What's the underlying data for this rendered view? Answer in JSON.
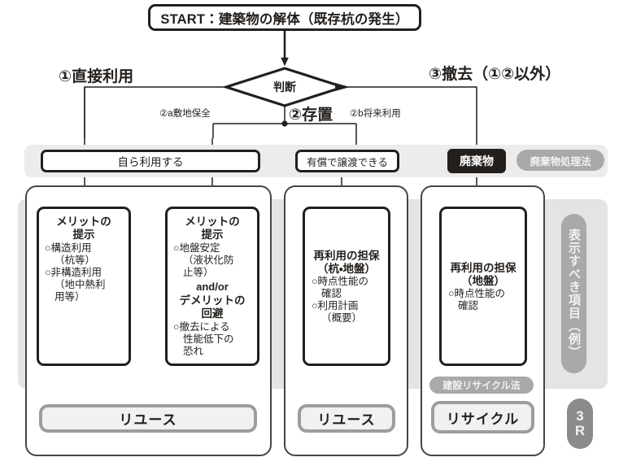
{
  "diagram": {
    "start": {
      "label": "START：建築物の解体（既存杭の発生）"
    },
    "decision": {
      "label": "判断"
    },
    "branches": {
      "b1": "①直接利用",
      "b2": "②存置",
      "b3": "③撤去（①②以外）",
      "b2a": "②a敷地保全",
      "b2b": "②b将来利用"
    },
    "mid_row": {
      "self_use": "自ら利用する",
      "paid_transfer": "有償で譲渡できる",
      "waste": "廃棄物",
      "waste_law": "廃棄物処理法"
    },
    "items": [
      {
        "title_line1": "メリットの",
        "title_line2": "提示",
        "bullets": [
          {
            "text": "○構造利用",
            "indent": false
          },
          {
            "text": "（杭等）",
            "indent": true
          },
          {
            "text": "○非構造利用",
            "indent": false
          },
          {
            "text": "（地中熱利",
            "indent": true
          },
          {
            "text": "用等）",
            "indent": true
          }
        ]
      },
      {
        "title_line1": "メリットの",
        "title_line2": "提示",
        "bullets": [
          {
            "text": "○地盤安定",
            "indent": false
          },
          {
            "text": "（液状化防",
            "indent": true
          },
          {
            "text": "止等）",
            "indent": true
          }
        ],
        "andor": "and/or",
        "title2_line1": "デメリットの",
        "title2_line2": "回避",
        "bullets2": [
          {
            "text": "○撤去による",
            "indent": false
          },
          {
            "text": "性能低下の",
            "indent": true
          },
          {
            "text": "恐れ",
            "indent": true
          }
        ]
      },
      {
        "title_line1": "再利用の担保",
        "title_line2": "（杭・地盤）",
        "bullets": [
          {
            "text": "○時点性能の",
            "indent": false
          },
          {
            "text": "確認",
            "indent": true
          },
          {
            "text": "○利用計画",
            "indent": false
          },
          {
            "text": "（概要）",
            "indent": true
          }
        ]
      },
      {
        "title_line1": "再利用の担保",
        "title_line2": "（地盤）",
        "bullets": [
          {
            "text": "○時点性能の",
            "indent": false
          },
          {
            "text": "確認",
            "indent": true
          }
        ]
      }
    ],
    "recycle_law": "建設リサイクル法",
    "outcomes": {
      "reuse_left": "リユース",
      "reuse_mid": "リユース",
      "recycle": "リサイクル"
    },
    "side_label": "表示すべき項目（例）",
    "three_r_top": "3",
    "three_r_bottom": "R"
  },
  "colors": {
    "ink": "#231f1c",
    "panel_gray": "#e4e4e4",
    "band_gray": "#ececec",
    "chip_gray": "#a9a9a9",
    "outcome_border": "#9d9d9d",
    "outcome_fill": "#f1f1f1"
  }
}
